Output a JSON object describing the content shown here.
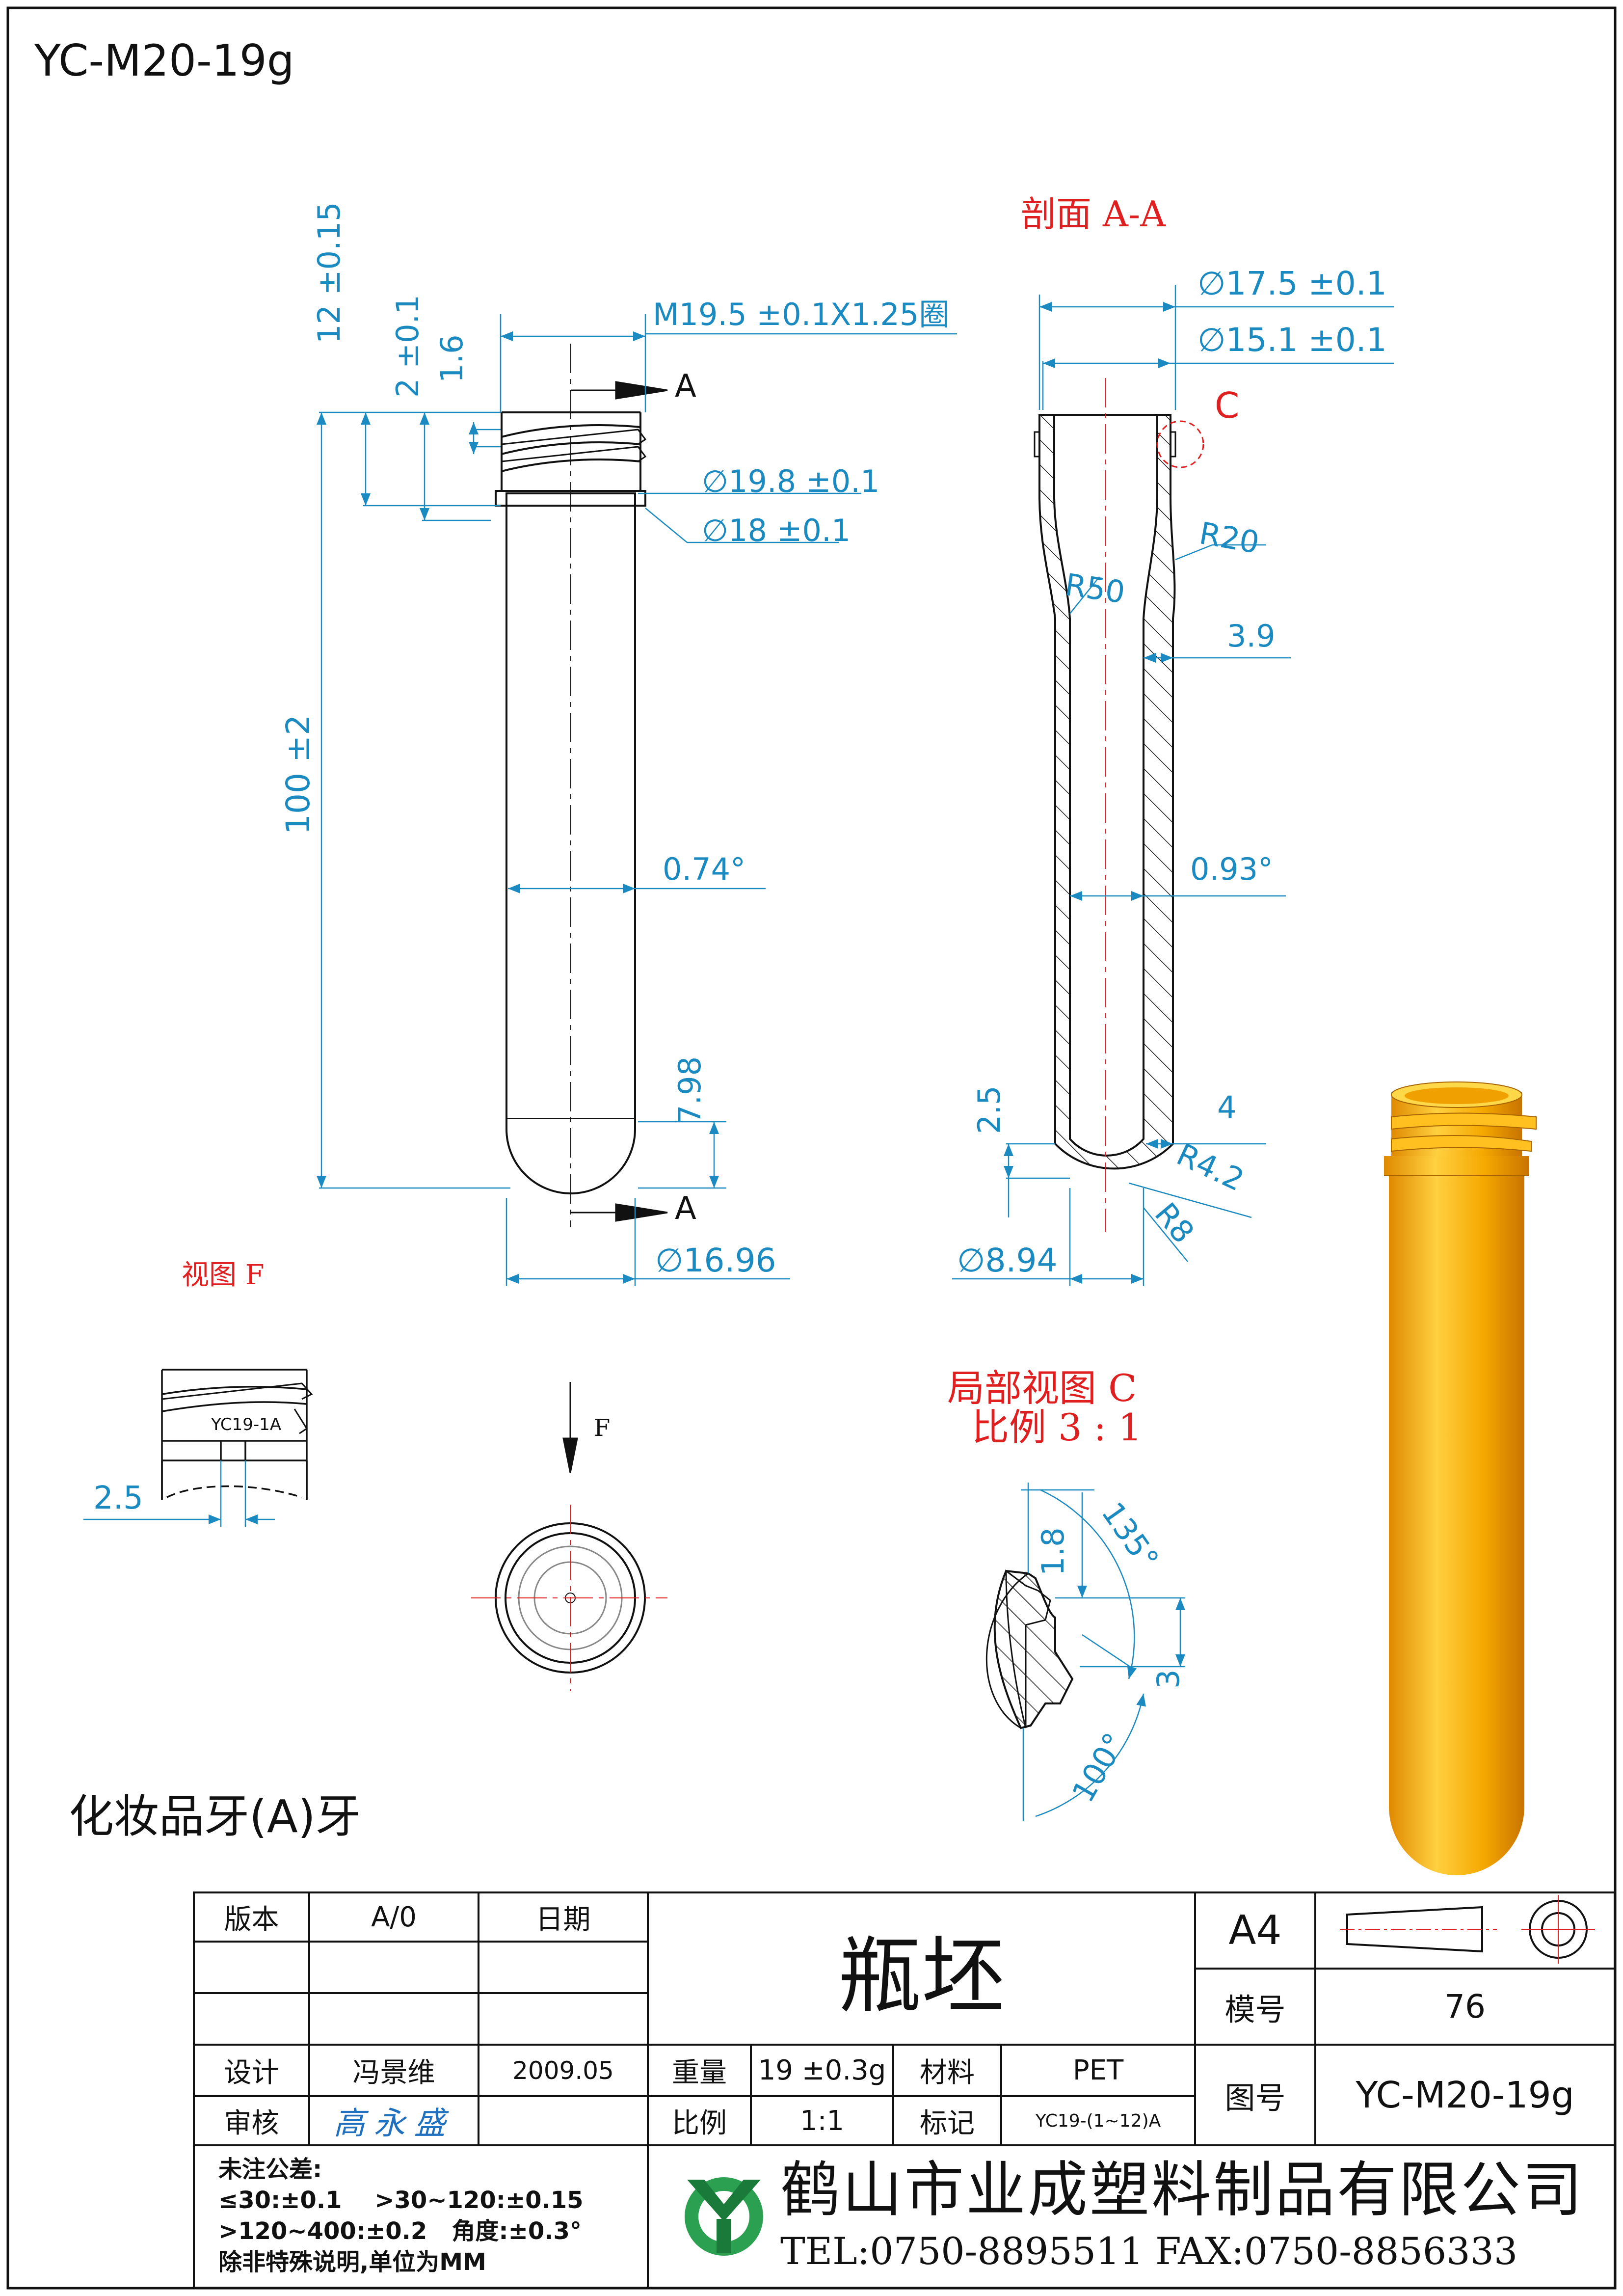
{
  "drawing_code": "YC-M20-19g",
  "section_title": "剖面 A-A",
  "detail_title": "局部视图 C",
  "detail_scale": "比例 3 : 1",
  "view_f_title": "视图 F",
  "caption": "化妆品牙(A)牙",
  "section_markers": {
    "a_top": "A",
    "a_bottom": "A",
    "c": "C",
    "f": "F"
  },
  "dims_left": {
    "d12": "12 ±0.15",
    "d2": "2 ±0.1",
    "d16": "1.6",
    "thread": "M19.5 ±0.1X1.25圈",
    "d198": "∅19.8 ±0.1",
    "d18": "∅18 ±0.1",
    "d100": "100 ±2",
    "ang074": "0.74°",
    "d798": "7.98",
    "d1696": "∅16.96"
  },
  "dims_right": {
    "d175": "∅17.5 ±0.1",
    "d151": "∅15.1 ±0.1",
    "r20": "R20",
    "r50": "R50",
    "d39": "3.9",
    "ang093": "0.93°",
    "d25": "2.5",
    "d4": "4",
    "r42": "R4.2",
    "r8": "R8",
    "d894": "∅8.94"
  },
  "view_f": {
    "stamp": "YC19-1A",
    "d25": "2.5"
  },
  "detail_c": {
    "d18": "1.8",
    "ang135": "135°",
    "d3": "3",
    "ang100": "100°"
  },
  "title_block": {
    "version_label": "版本",
    "version_value": "A/0",
    "date_label": "日期",
    "part_name": "瓶坯",
    "paper": "A4",
    "mold_label": "模号",
    "mold_value": "76",
    "design_label": "设计",
    "designer": "冯景维",
    "design_date": "2009.05",
    "weight_label": "重量",
    "weight_value": "19 ±0.3g",
    "material_label": "材料",
    "material_value": "PET",
    "review_label": "审核",
    "reviewer": "高永盛",
    "scale_label": "比例",
    "scale_value": "1:1",
    "mark_label": "标记",
    "mark_value": "YC19-(1~12)A",
    "drawing_no_label": "图号",
    "drawing_no_value": "YC-M20-19g",
    "tol_title": "未注公差:",
    "tol_line1": "≤30:±0.1    >30~120:±0.15",
    "tol_line2": ">120~400:±0.2   角度:±0.3°",
    "tol_line3": "除非特殊说明,单位为MM",
    "company": "鹤山市业成塑料制品有限公司",
    "contact": "TEL:0750-8895511 FAX:0750-8856333"
  },
  "colors": {
    "dim": "#1a8ac0",
    "note": "#e02020",
    "line": "#111111",
    "part_fill": "#f5a800"
  }
}
